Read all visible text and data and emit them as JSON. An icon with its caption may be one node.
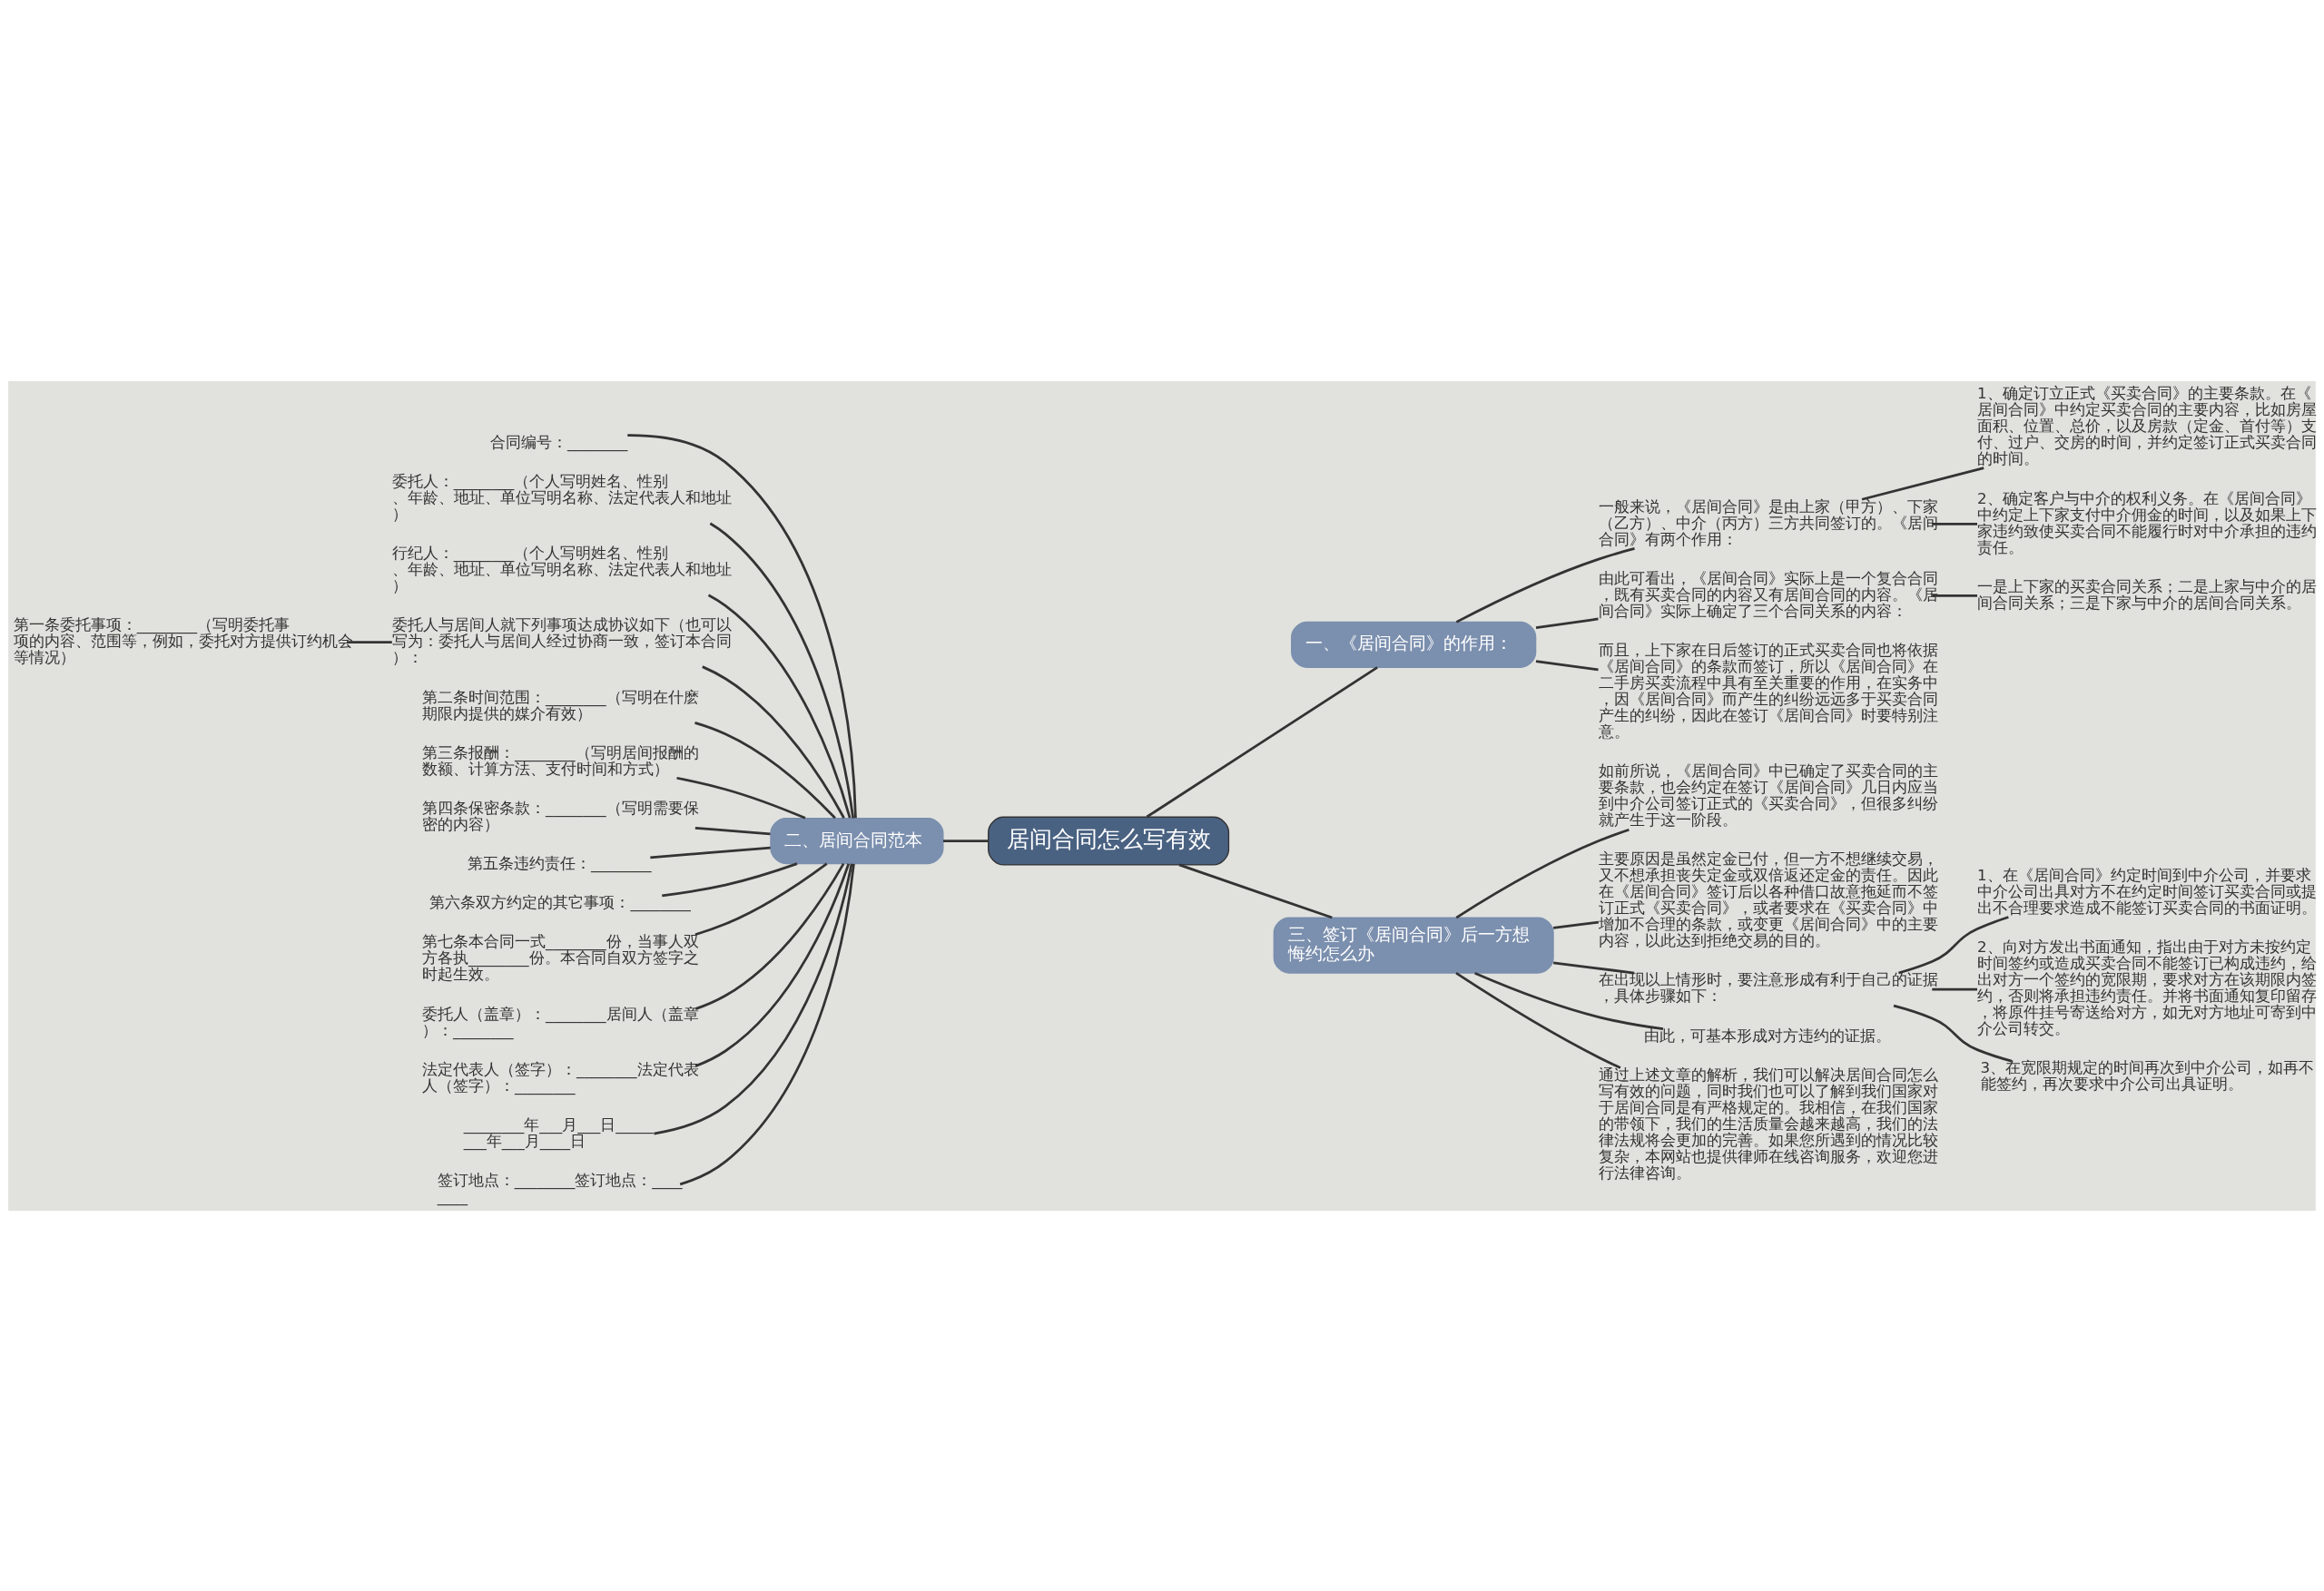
{
  "diagram": {
    "nodes": [
      {
        "text": [
          "居间合同怎么写有效"
        ]
      },
      {
        "text": [
          "一、《居间合同》的作用："
        ]
      },
      {
        "text": [
          "一般来说，《居间合同》是由上家（甲方）、下家（乙方）、中介（丙方）三方共同签订的。《居间合同》有两个作用："
        ]
      },
      {
        "text": [
          "1、确定订立正式《买卖合同》的主要条款。在《居间合同》中约定买卖合同的主要内容，比如房屋面积、位置、总价，以及房款（定金、首付等）支付、过户、交房的时间，并约定签订正式买卖合同的时间。"
        ]
      },
      {
        "text": [
          "2、确定客户与中介的权利义务。在《居间合同》中约定上下家支付中介佣金的时间，以及如果上下家违约致使买卖合同不能履行时对中介承担的违约责任。"
        ]
      },
      {
        "text": [
          "由此可看出，《居间合同》实际上是一个复合合同，既有买卖合同的内容又有居间合同的内容。《居间合同》实际上确定了三个合同关系的内容："
        ]
      },
      {
        "text": [
          "一是上下家的买卖合同关系；二是上家与中介的居间合同关系；三是下家与中介的居间合同关系。"
        ]
      },
      {
        "text": [
          "而且，上下家在日后签订的正式买卖合同也将依据《居间合同》的条款而签订，所以《居间合同》在二手房买卖流程中具有至关重要的作用，在实务中，因《居间合同》而产生的纠纷远远多于买卖合同产生的纠纷，因此在签订《居间合同》时要特别注意。"
        ]
      },
      {
        "text": [
          "三、签订《居间合同》后一方想悔约怎么办"
        ]
      },
      {
        "text": [
          "如前所说，《居间合同》中已确定了买卖合同的主要条款，也会约定在签订《居间合同》几日内应当到中介公司签订正式的《买卖合同》，但很多纠纷就产生于这一阶段。"
        ]
      },
      {
        "text": [
          "主要原因是虽然定金已付，但一方不想继续交易，又不想承担丧失定金或双倍返还定金的责任。因此在《居间合同》签订后以各种借口故意拖延而不签订正式《买卖合同》，或者要求在《买卖合同》中增加不合理的条款，或变更《居间合同》中的主要内容，以此达到拒绝交易的目的。"
        ]
      },
      {
        "text": [
          "在出现以上情形时，要注意形成有利于自己的证据，具体步骤如下："
        ]
      },
      {
        "text": [
          "1、在《居间合同》约定时间到中介公司，并要求中介公司出具对方不在约定时间签订买卖合同或提出不合理要求造成不能签订买卖合同的书面证明。"
        ]
      },
      {
        "text": [
          "2、向对方发出书面通知，指出由于对方未按约定时间签约或造成买卖合同不能签订已构成违约，给出对方一个签约的宽限期，要求对方在该期限内签约，否则将承担违约责任。并将书面通知复印留存，将原件挂号寄送给对方，如无对方地址可寄到中介公司转交。"
        ]
      },
      {
        "text": [
          "3、在宽限期规定的时间再次到中介公司，如再不能签约，再次要求中介公司出具证明。"
        ]
      },
      {
        "text": [
          "由此，可基本形成对方违约的证据。"
        ]
      },
      {
        "text": [
          "通过上述文章的解析，我们可以解决居间合同怎么写有效的问题，同时我们也可以了解到我们国家对于居间合同是有严格规定的。我相信，在我们国家的带领下，我们的生活质量会越来越高，我们的法律法规将会更加的完善。如果您所遇到的情况比较复杂，本网站也提供律师在线咨询服务，欢迎您进行法律咨询。"
        ]
      },
      {
        "text": [
          "二、居间合同范本"
        ]
      },
      {
        "text": [
          "合同编号：________"
        ]
      },
      {
        "text": [
          "委托人：________（个人写明姓名、性别、年龄、地址、单位写明名称、法定代表人和地址）"
        ]
      },
      {
        "text": [
          "行纪人：________（个人写明姓名、性别、年龄、地址、单位写明名称、法定代表人和地址）"
        ]
      },
      {
        "text": [
          "委托人与居间人就下列事项达成协议如下（也可以写为：委托人与居间人经过协商一致，签订本合同）："
        ]
      },
      {
        "text": [
          "第一条委托事项：________（写明委托事项的内容、范围等，例如，委托对方提供订约机会等情况）"
        ]
      },
      {
        "text": [
          "第二条时间范围：________（写明在什麽期限内提供的媒介有效）"
        ]
      },
      {
        "text": [
          "第三条报酬：________（写明居间报酬的数额、计算方法、支付时间和方式）"
        ]
      },
      {
        "text": [
          "第四条保密条款：________（写明需要保密的内容）"
        ]
      },
      {
        "text": [
          "第五条违约责任：________"
        ]
      },
      {
        "text": [
          "第六条双方约定的其它事项：________"
        ]
      },
      {
        "text": [
          "第七条本合同一式________份，当事人双方各执________份。本合同自双方签字之时起生效。"
        ]
      },
      {
        "text": [
          "委托人（盖章）：________居间人（盖章）：________"
        ]
      },
      {
        "text": [
          "法定代表人（签字）：________法定代表人（签字）：________"
        ]
      },
      {
        "text": [
          "________年___月___日________年___月____日"
        ]
      },
      {
        "text": [
          "签订地点：________签订地点：________"
        ]
      }
    ],
    "edges": [
      {
        "from": 0,
        "to": 1,
        "arrow": "none"
      },
      {
        "from": 1,
        "to": 2,
        "arrow": "none"
      },
      {
        "from": 2,
        "to": 3,
        "arrow": "none"
      },
      {
        "from": 2,
        "to": 4,
        "arrow": "none"
      },
      {
        "from": 1,
        "to": 5,
        "arrow": "none"
      },
      {
        "from": 5,
        "to": 6,
        "arrow": "none"
      },
      {
        "from": 1,
        "to": 7,
        "arrow": "none"
      },
      {
        "from": 0,
        "to": 8,
        "arrow": "none"
      },
      {
        "from": 8,
        "to": 9,
        "arrow": "none"
      },
      {
        "from": 8,
        "to": 10,
        "arrow": "none"
      },
      {
        "from": 8,
        "to": 11,
        "arrow": "none"
      },
      {
        "from": 11,
        "to": 12,
        "arrow": "none"
      },
      {
        "from": 11,
        "to": 13,
        "arrow": "none"
      },
      {
        "from": 11,
        "to": 14,
        "arrow": "none"
      },
      {
        "from": 8,
        "to": 15,
        "arrow": "none"
      },
      {
        "from": 8,
        "to": 16,
        "arrow": "none"
      },
      {
        "from": 0,
        "to": 17,
        "arrow": "none"
      },
      {
        "from": 17,
        "to": 18,
        "arrow": "none"
      },
      {
        "from": 17,
        "to": 19,
        "arrow": "none"
      },
      {
        "from": 17,
        "to": 20,
        "arrow": "none"
      },
      {
        "from": 17,
        "to": 21,
        "arrow": "none"
      },
      {
        "from": 21,
        "to": 22,
        "arrow": "none"
      },
      {
        "from": 17,
        "to": 23,
        "arrow": "none"
      },
      {
        "from": 17,
        "to": 24,
        "arrow": "none"
      },
      {
        "from": 17,
        "to": 25,
        "arrow": "none"
      },
      {
        "from": 17,
        "to": 26,
        "arrow": "none"
      },
      {
        "from": 17,
        "to": 27,
        "arrow": "none"
      },
      {
        "from": 17,
        "to": 28,
        "arrow": "none"
      },
      {
        "from": 17,
        "to": 29,
        "arrow": "none"
      },
      {
        "from": 17,
        "to": 30,
        "arrow": "none"
      },
      {
        "from": 17,
        "to": 31,
        "arrow": "none"
      },
      {
        "from": 17,
        "to": 32,
        "arrow": "none"
      }
    ]
  }
}
